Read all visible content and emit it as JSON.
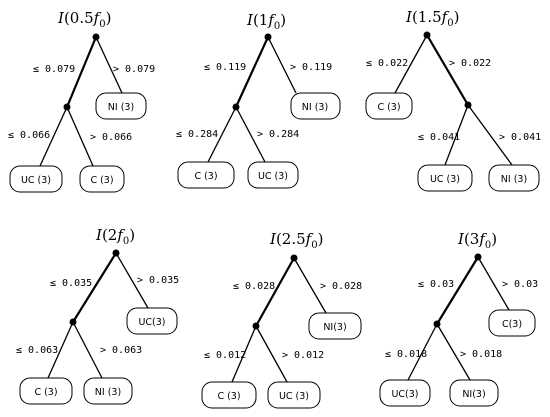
{
  "trees": [
    {
      "title": {
        "fn": "I",
        "open": "(",
        "coef": "0.5",
        "f": "f",
        "sub": "0",
        "close": ")"
      },
      "root_left_cond": "≤ 0.079",
      "root_right_cond": "> 0.079",
      "child_left_cond": "≤ 0.066",
      "child_right_cond": "> 0.066",
      "top_leaf": "NI (3)",
      "bottom_left_leaf": "UC (3)",
      "bottom_right_leaf": "C (3)"
    },
    {
      "title": {
        "fn": "I",
        "open": "(",
        "coef": "1",
        "f": "f",
        "sub": "0",
        "close": ")"
      },
      "root_left_cond": "≤ 0.119",
      "root_right_cond": "> 0.119",
      "child_left_cond": "≤ 0.284",
      "child_right_cond": "> 0.284",
      "top_leaf": "NI (3)",
      "bottom_left_leaf": "C (3)",
      "bottom_right_leaf": "UC (3)"
    },
    {
      "title": {
        "fn": "I",
        "open": "(",
        "coef": "1.5",
        "f": "f",
        "sub": "0",
        "close": ")"
      },
      "root_left_cond": "≤ 0.022",
      "root_right_cond": "> 0.022",
      "child_left_cond": "≤ 0.041",
      "child_right_cond": "> 0.041",
      "top_leaf": "C (3)",
      "bottom_left_leaf": "UC (3)",
      "bottom_right_leaf": "NI (3)"
    },
    {
      "title": {
        "fn": "I",
        "open": "(",
        "coef": "2",
        "f": "f",
        "sub": "0",
        "close": ")"
      },
      "root_left_cond": "≤ 0.035",
      "root_right_cond": "> 0.035",
      "child_left_cond": "≤ 0.063",
      "child_right_cond": "> 0.063",
      "top_leaf": "UC(3)",
      "bottom_left_leaf": "C (3)",
      "bottom_right_leaf": "NI (3)"
    },
    {
      "title": {
        "fn": "I",
        "open": "(",
        "coef": "2.5",
        "f": "f",
        "sub": "0",
        "close": ")"
      },
      "root_left_cond": "≤ 0.028",
      "root_right_cond": "> 0.028",
      "child_left_cond": "≤ 0.012",
      "child_right_cond": "> 0.012",
      "top_leaf": "NI(3)",
      "bottom_left_leaf": "C (3)",
      "bottom_right_leaf": "UC (3)"
    },
    {
      "title": {
        "fn": "I",
        "open": "(",
        "coef": "3",
        "f": "f",
        "sub": "0",
        "close": ")"
      },
      "root_left_cond": "≤ 0.03",
      "root_right_cond": "> 0.03",
      "child_left_cond": "≤ 0.018",
      "child_right_cond": "> 0.018",
      "top_leaf": "C(3)",
      "bottom_left_leaf": "UC(3)",
      "bottom_right_leaf": "NI(3)"
    }
  ]
}
